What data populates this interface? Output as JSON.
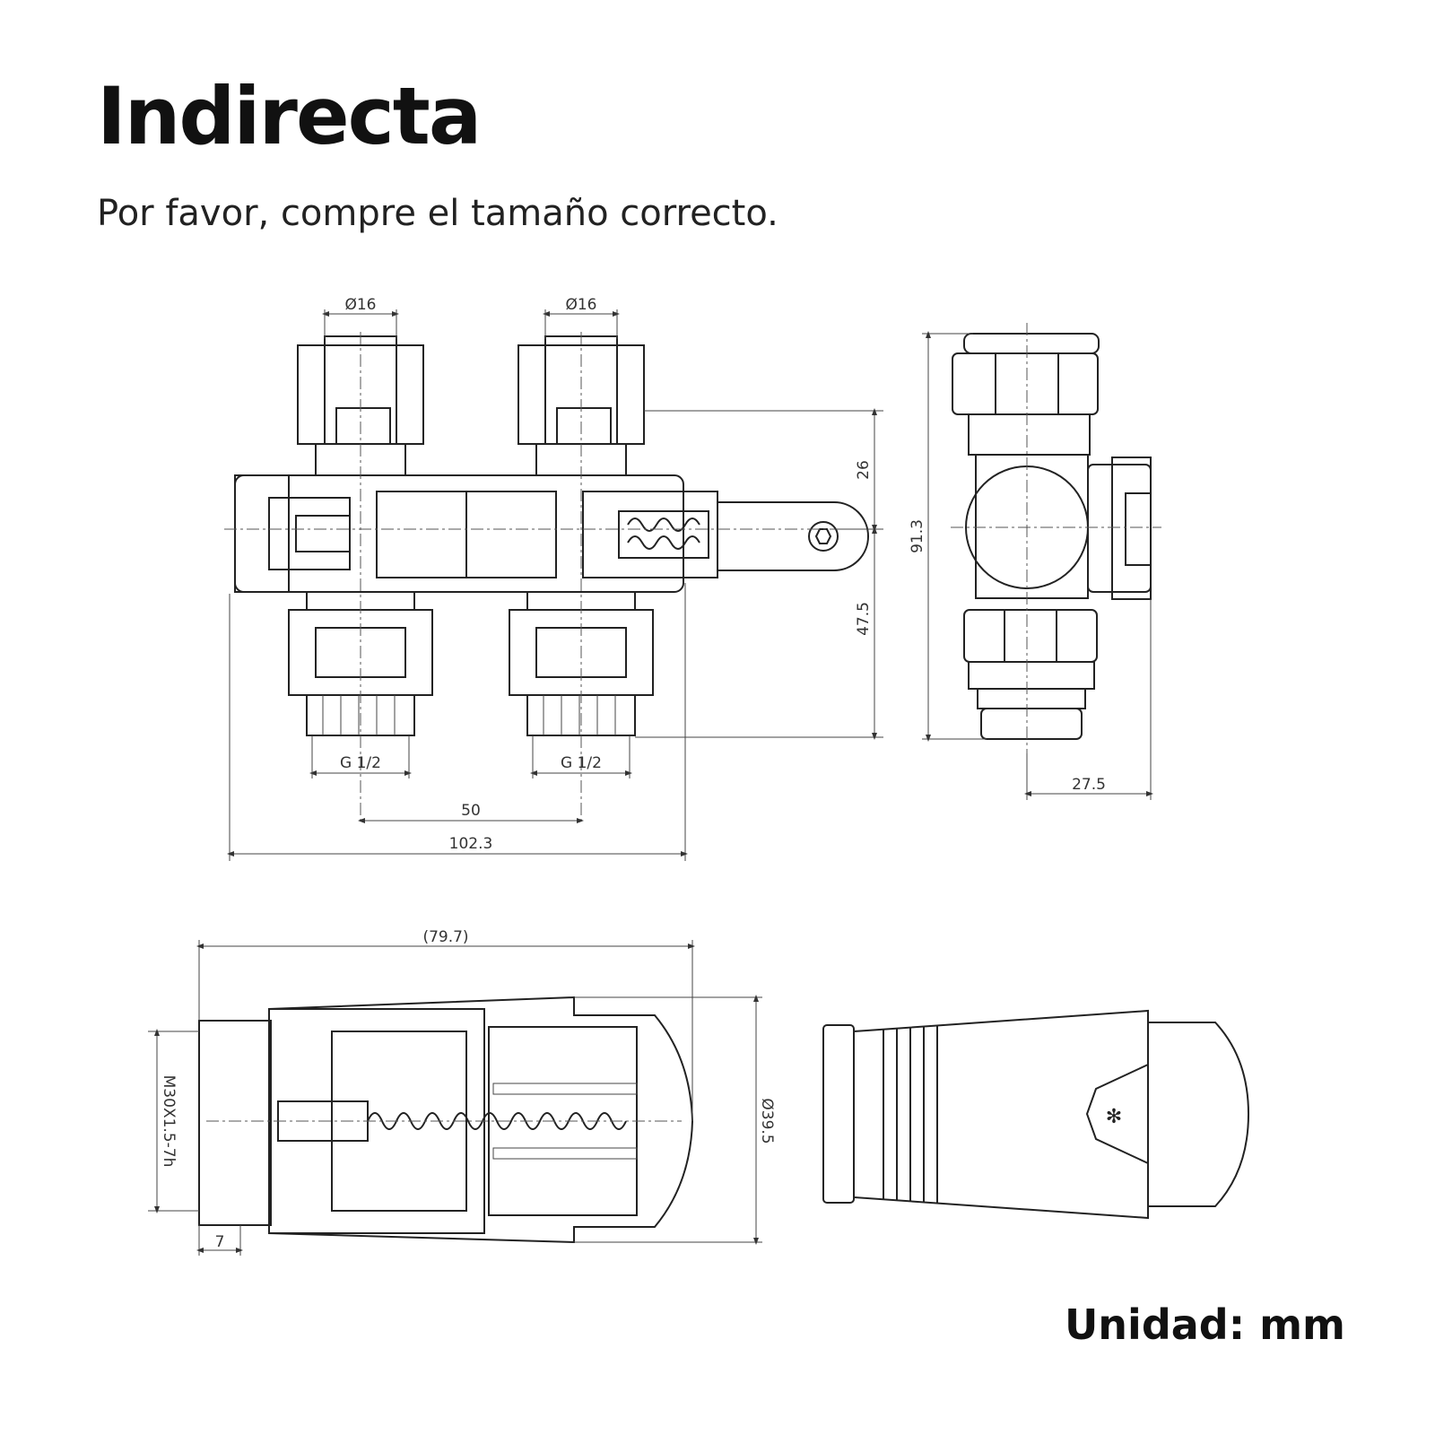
{
  "header": {
    "title": "Indirecta",
    "subtitle": "Por favor, compre el tamaño correcto."
  },
  "footer": {
    "unit_label": "Unidad: mm"
  },
  "dimensions": {
    "pipe_diameter_left": "Ø16",
    "pipe_diameter_right": "Ø16",
    "height_upper": "26",
    "height_lower": "47.5",
    "total_height": "91.3",
    "thread_left": "G 1/2",
    "thread_right": "G 1/2",
    "center_distance": "50",
    "total_width": "102.3",
    "side_depth": "27.5",
    "head_length": "(79.7)",
    "head_thread": "M30X1.5-7h",
    "head_diameter": "Ø39.5",
    "nut_length": "7"
  },
  "colors": {
    "line": "#222222",
    "hatch": "#555555",
    "text": "#111111"
  }
}
